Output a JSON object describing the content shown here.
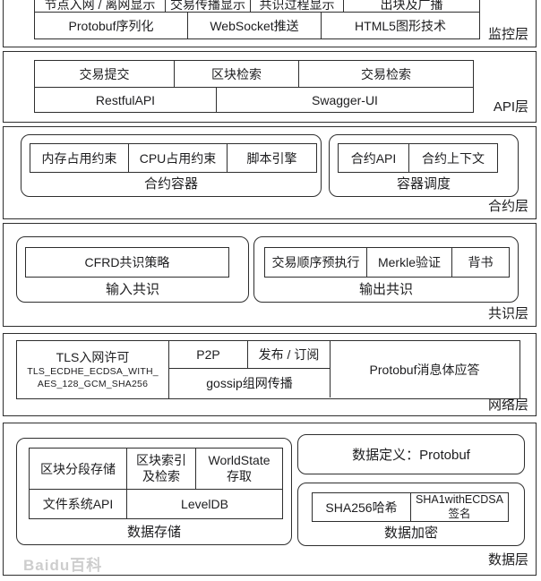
{
  "watermark": "Baidu百科",
  "layers": {
    "monitor": {
      "label": "监控层",
      "row1": [
        "节点入网 / 离网显示",
        "交易传播显示",
        "共识过程显示",
        "出块及广播"
      ],
      "row2": [
        "Protobuf序列化",
        "WebSocket推送",
        "HTML5图形技术"
      ]
    },
    "api": {
      "label": "API层",
      "row1": [
        "交易提交",
        "区块检索",
        "交易检索"
      ],
      "row2": [
        "RestfulAPI",
        "Swagger-UI"
      ]
    },
    "contract": {
      "label": "合约层",
      "container": {
        "title": "合约容器",
        "cells": [
          "内存占用约束",
          "CPU占用约束",
          "脚本引擎"
        ]
      },
      "scheduler": {
        "title": "容器调度",
        "cells": [
          "合约API",
          "合约上下文"
        ]
      }
    },
    "consensus": {
      "label": "共识层",
      "input": {
        "title": "输入共识",
        "cell": "CFRD共识策略"
      },
      "output": {
        "title": "输出共识",
        "cells": [
          "交易顺序预执行",
          "Merkle验证",
          "背书"
        ]
      }
    },
    "network": {
      "label": "网络层",
      "tls_title": "TLS入网许可",
      "tls_line1": "TLS_ECDHE_ECDSA_WITH_",
      "tls_line2": "AES_128_GCM_SHA256",
      "p2p": "P2P",
      "pubsub": "发布 / 订阅",
      "gossip": "gossip组网传播",
      "protobuf": "Protobuf消息体应答"
    },
    "data": {
      "label": "数据层",
      "storage": {
        "title": "数据存储",
        "r1c1": "区块分段存储",
        "r1c2a": "区块索引",
        "r1c2b": "及检索",
        "r1c3a": "WorldState",
        "r1c3b": "存取",
        "r2c1": "文件系统API",
        "r2c2": "LevelDB"
      },
      "definition": "数据定义：Protobuf",
      "encryption": {
        "title": "数据加密",
        "c1": "SHA256哈希",
        "c2a": "SHA1withECDSA",
        "c2b": "签名"
      }
    }
  }
}
